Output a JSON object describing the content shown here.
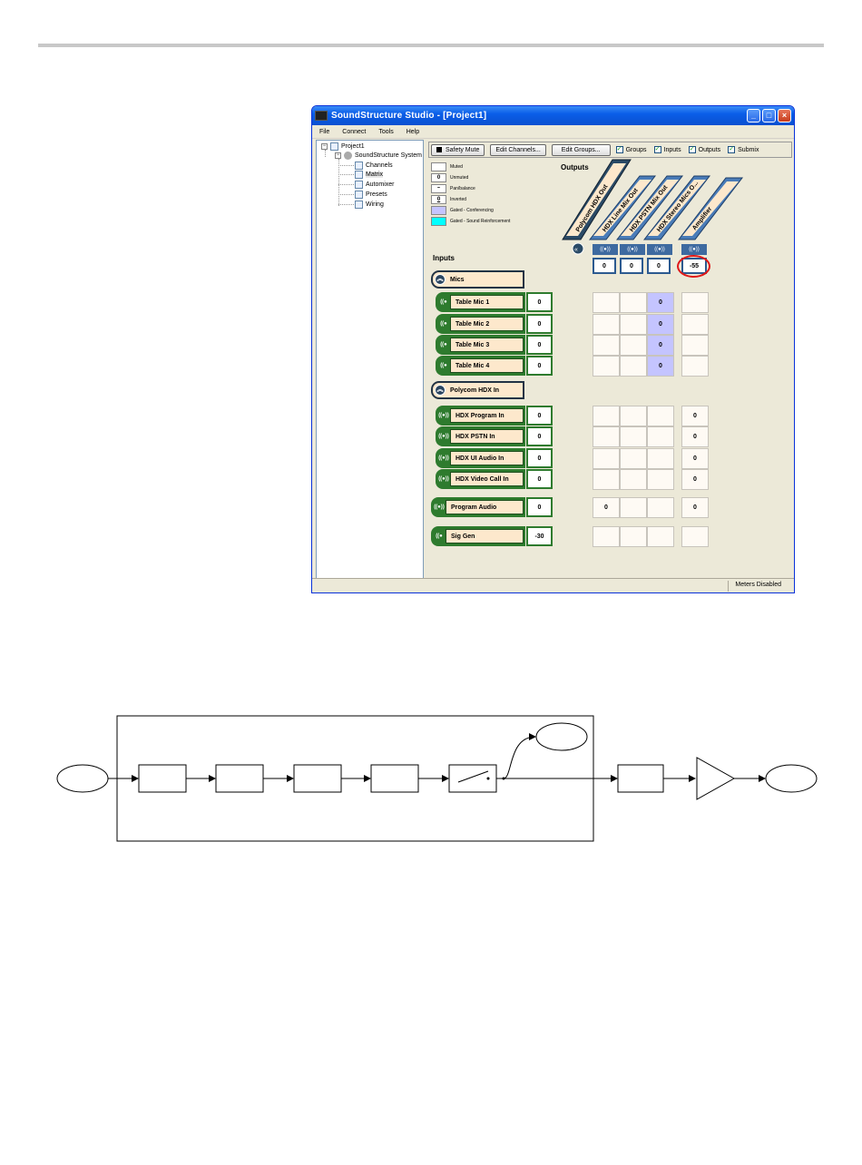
{
  "window": {
    "title": "SoundStructure Studio - [Project1]",
    "min_label": "_",
    "max_label": "□",
    "close_label": "×"
  },
  "menu": [
    "File",
    "Connect",
    "Tools",
    "Help"
  ],
  "tree": {
    "root": "Project1",
    "system": "SoundStructure System",
    "children": [
      "Channels",
      "Matrix",
      "Automixer",
      "Presets",
      "Wiring"
    ]
  },
  "toolbar": {
    "safety_mute": "Safety Mute",
    "edit_channels": "Edit Channels...",
    "edit_groups": "Edit Groups...",
    "checks": [
      "Groups",
      "Inputs",
      "Outputs",
      "Submix"
    ]
  },
  "legend": [
    {
      "symbol": "",
      "label": "Muted"
    },
    {
      "symbol": "0",
      "label": "Unmuted"
    },
    {
      "symbol": "~",
      "label": "Pan/balance"
    },
    {
      "symbol": "0",
      "label": "Inverted"
    },
    {
      "symbol": "",
      "label": "Gated - Conferencing",
      "color": "#c4c4ff"
    },
    {
      "symbol": "",
      "label": "Gated - Sound Reinforcement",
      "color": "#00ffff"
    }
  ],
  "outputs_label": "Outputs",
  "inputs_label": "Inputs",
  "outputs": [
    {
      "name": "Polycom HDX Out",
      "value": ""
    },
    {
      "name": "HDX Line Mix Out",
      "value": "0"
    },
    {
      "name": "HDX PSTN Mix Out",
      "value": "0"
    },
    {
      "name": "HDX Stereo Mics O...",
      "value": "0"
    },
    {
      "name": "Amplifier",
      "value": "-55"
    }
  ],
  "groups": {
    "mics": "Mics",
    "hdx": "Polycom HDX In"
  },
  "channels": {
    "mics": [
      {
        "name": "Table Mic 1",
        "gain": "0",
        "cells": [
          "",
          "",
          "0",
          ""
        ]
      },
      {
        "name": "Table Mic 2",
        "gain": "0",
        "cells": [
          "",
          "",
          "0",
          ""
        ]
      },
      {
        "name": "Table Mic 3",
        "gain": "0",
        "cells": [
          "",
          "",
          "0",
          ""
        ]
      },
      {
        "name": "Table Mic 4",
        "gain": "0",
        "cells": [
          "",
          "",
          "0",
          ""
        ]
      }
    ],
    "hdx": [
      {
        "name": "HDX Program In",
        "gain": "0",
        "cells": [
          "",
          "",
          "",
          "0"
        ]
      },
      {
        "name": "HDX PSTN In",
        "gain": "0",
        "cells": [
          "",
          "",
          "",
          "0"
        ]
      },
      {
        "name": "HDX UI Audio In",
        "gain": "0",
        "cells": [
          "",
          "",
          "",
          "0"
        ]
      },
      {
        "name": "HDX Video Call In",
        "gain": "0",
        "cells": [
          "",
          "",
          "",
          "0"
        ]
      }
    ],
    "program": {
      "name": "Program Audio",
      "gain": "0",
      "cells": [
        "0",
        "",
        "",
        "0"
      ]
    },
    "siggen": {
      "name": "Sig Gen",
      "gain": "-30",
      "cells": [
        "",
        "",
        "",
        ""
      ]
    }
  },
  "channel_icon": "((●))",
  "status": "Meters Disabled",
  "colors": {
    "titlebar": "#0a5ee8",
    "channel_green": "#2e7b2e",
    "label_bg": "#fde8cc",
    "gated_conf": "#c4c4ff",
    "highlight_ring": "#e01818"
  }
}
